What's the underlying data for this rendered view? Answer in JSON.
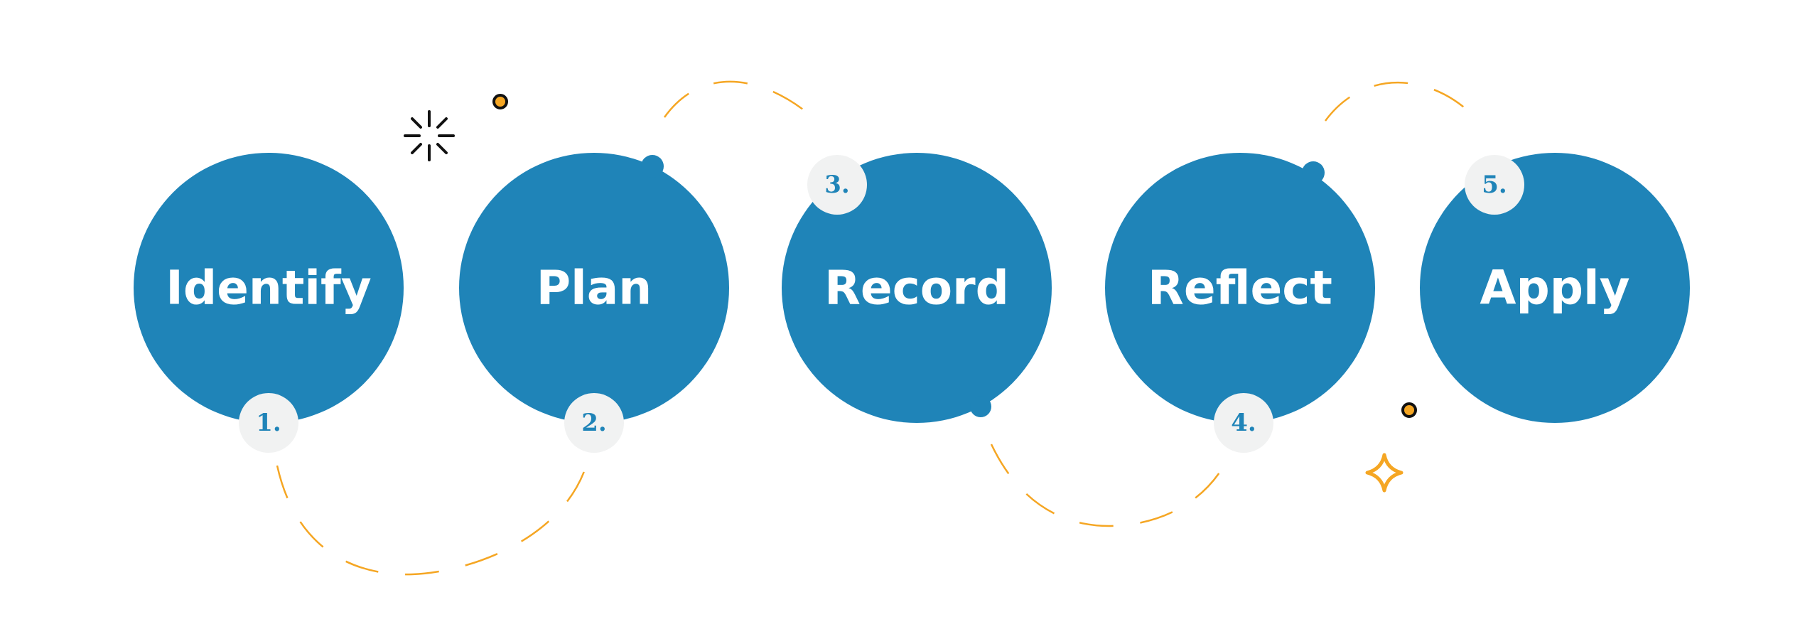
{
  "colors": {
    "circle": "#1f84b8",
    "badge": "#f1f2f2",
    "dash": "#f5a623",
    "label": "#ffffff",
    "number": "#1f84b8",
    "accent_dark": "#111111"
  },
  "steps": [
    {
      "label": "Identify",
      "number": "1."
    },
    {
      "label": "Plan",
      "number": "2."
    },
    {
      "label": "Record",
      "number": "3."
    },
    {
      "label": "Reflect",
      "number": "4."
    },
    {
      "label": "Apply",
      "number": "5."
    }
  ],
  "decorations": [
    "burst-icon",
    "ring-dot-icon",
    "sparkle-icon"
  ]
}
